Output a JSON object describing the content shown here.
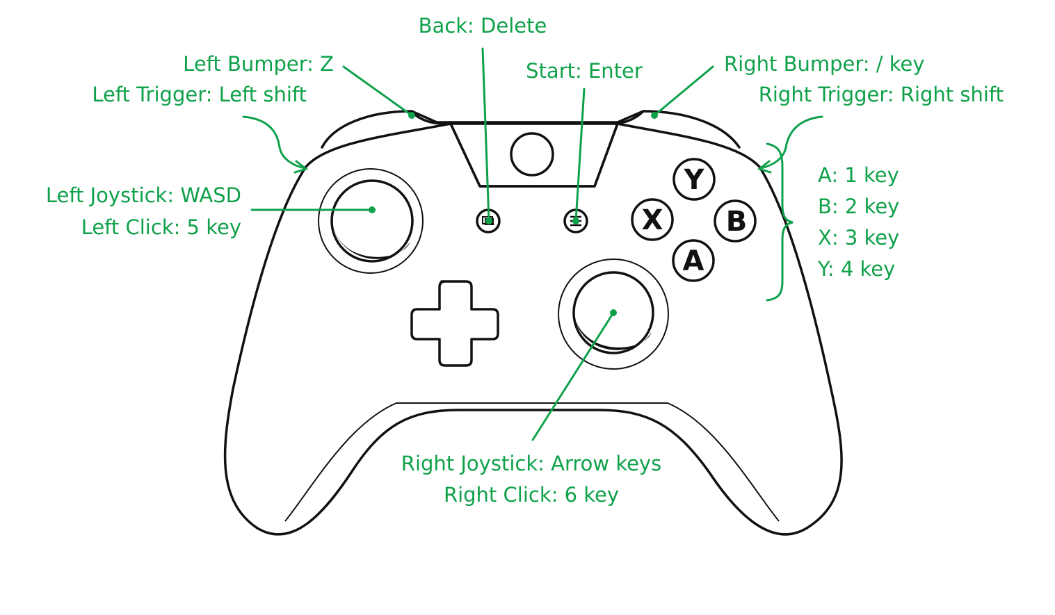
{
  "labels": {
    "back": "Back: Delete",
    "start": "Start: Enter",
    "left_bumper": "Left Bumper: Z",
    "left_trigger": "Left Trigger: Left shift",
    "right_bumper": "Right Bumper: / key",
    "right_trigger": "Right Trigger: Right shift",
    "left_joystick": "Left Joystick: WASD",
    "left_click": "Left Click: 5 key",
    "face_a": "A: 1 key",
    "face_b": "B: 2 key",
    "face_x": "X: 3 key",
    "face_y": "Y: 4 key",
    "right_joystick": "Right Joystick: Arrow keys",
    "right_click": "Right Click: 6 key"
  },
  "buttons": {
    "y": "Y",
    "b": "B",
    "x": "X",
    "a": "A"
  },
  "colors": {
    "label": "#0fa14a",
    "outline": "#111111",
    "background": "#ffffff"
  }
}
